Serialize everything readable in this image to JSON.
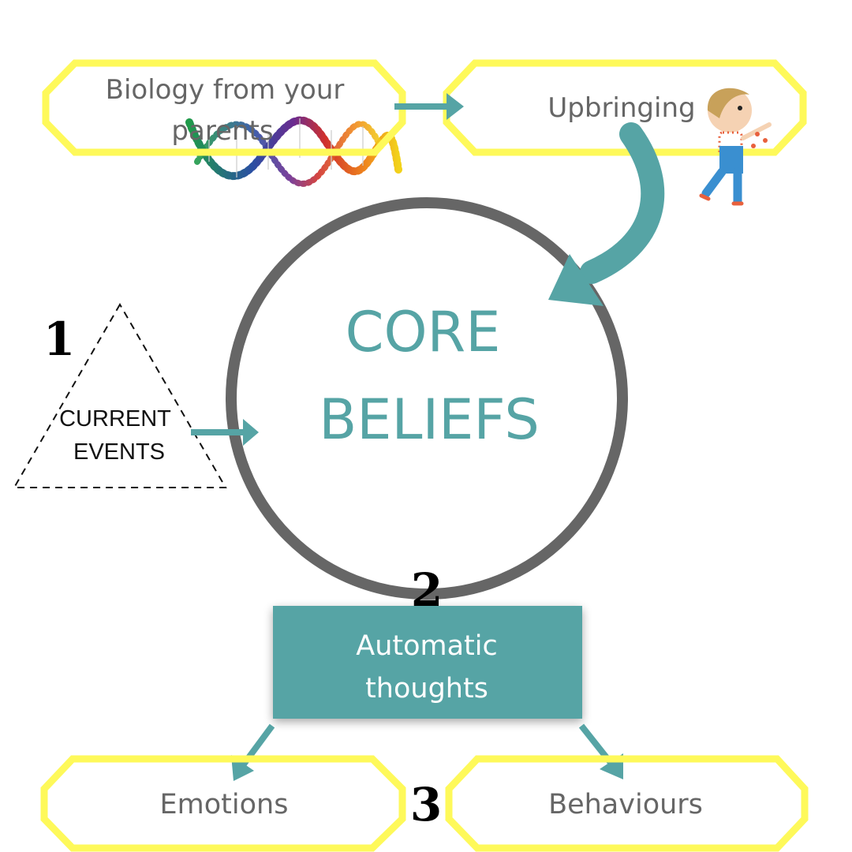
{
  "colors": {
    "teal": "#56a4a5",
    "circle": "#666666",
    "yellow": "#fef95a",
    "text_gray": "#666666"
  },
  "nodes": {
    "biology": {
      "line1": "Biology from your",
      "line2": "parents"
    },
    "upbringing": {
      "label": "Upbringing"
    },
    "core": {
      "line1": "CORE",
      "line2": "BELIEFS"
    },
    "current_events": {
      "line1": "CURRENT",
      "line2": "EVENTS"
    },
    "automatic": {
      "line1": "Automatic",
      "line2": "thoughts"
    },
    "emotions": {
      "label": "Emotions"
    },
    "behaviours": {
      "label": "Behaviours"
    }
  },
  "steps": {
    "one": "1",
    "two": "2",
    "three": "3"
  },
  "illustrations": {
    "dna": "dna-helix-illustration",
    "child": "child-illustration"
  }
}
